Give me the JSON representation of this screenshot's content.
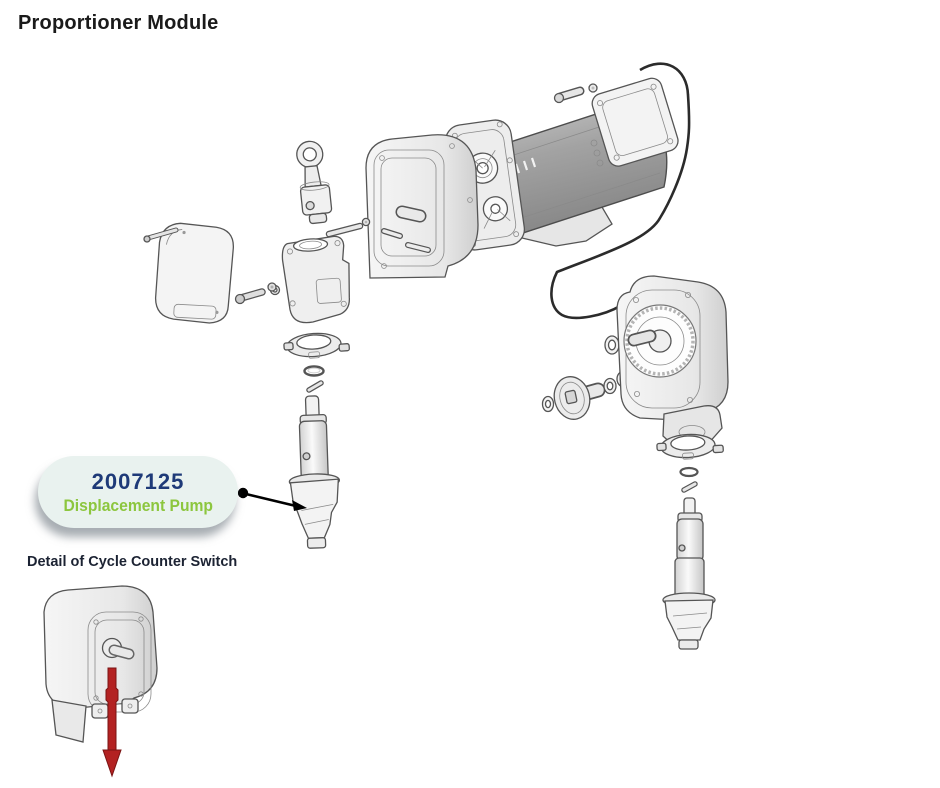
{
  "page": {
    "title": "Proportioner Module"
  },
  "callout": {
    "part_number": "2007125",
    "part_name": "Displacement Pump",
    "colors": {
      "part_number": "#1e3a78",
      "part_name": "#8cc63e",
      "bubble": "#e9f2ef",
      "arrow": "#000000"
    }
  },
  "detail": {
    "label": "Detail of Cycle Counter Switch",
    "arrow_color": "#b32222"
  },
  "diagram": {
    "type": "exploded-parts-illustration",
    "line_color": "#555555",
    "parts": [
      "connecting-rod",
      "drive-pin",
      "retaining-nut",
      "front-cover",
      "cover-screw",
      "mounting-bolt",
      "mounting-nut",
      "pump-housing",
      "pump-clamp-collar",
      "o-ring",
      "piston-pin",
      "displacement-pump-left",
      "gearbox-cover",
      "bearing-plate",
      "electric-motor",
      "motor-screw",
      "motor-nut",
      "power-cable",
      "drive-pulley",
      "thrust-washers",
      "gear-housing-right",
      "housing-bracket",
      "clamp-collar-right",
      "o-ring-right",
      "piston-pin-right",
      "displacement-pump-right",
      "cycle-counter-housing",
      "cycle-counter-switch-arrow"
    ]
  }
}
